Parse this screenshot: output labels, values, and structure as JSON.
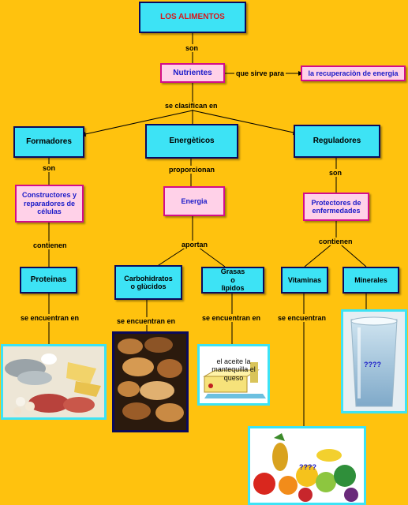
{
  "title": "LOS ALIMENTOS",
  "link_son_top": "son",
  "nutrientes": "Nutrientes",
  "link_sirve": "que sirve para",
  "recuperacion": "la recuperaciòn de energia",
  "link_clasifican": "se clasifican en",
  "formadores": "Formadores",
  "energeticos": "Energèticos",
  "reguladores": "Reguladores",
  "link_son_left": "son",
  "link_proporcionan": "proporcionan",
  "link_son_right": "son",
  "constructores": "Constructores y reparadores de células",
  "energia": "Energia",
  "protectores": "Protectores de enfermedades",
  "link_contienen_left": "contienen",
  "link_aportan": "aportan",
  "link_contienen_right": "contienen",
  "proteinas": "Proteinas",
  "carbohidratos": "Carbohidratos o glùcidos",
  "grasas": "Grasas o lìpidos",
  "vitaminas": "Vitaminas",
  "minerales": "Minerales",
  "link_encuentran_1": "se encuentran en",
  "link_encuentran_2": "se encuentran en",
  "link_encuentran_3": "se encuentran en",
  "link_encuentran_4": "se encuentran",
  "grasas_img_text": "el aceite la mantequilla el queso",
  "water_caption": "????",
  "fruit_caption": "????",
  "colors": {
    "background": "#FFC20E",
    "concept_fill": "#3DE3F5",
    "concept_border": "#0A0A5C",
    "link_fill": "#FFD1E8",
    "link_border": "#D40D8A",
    "title_text": "#D8181C",
    "pink_text": "#1A1AC8"
  }
}
